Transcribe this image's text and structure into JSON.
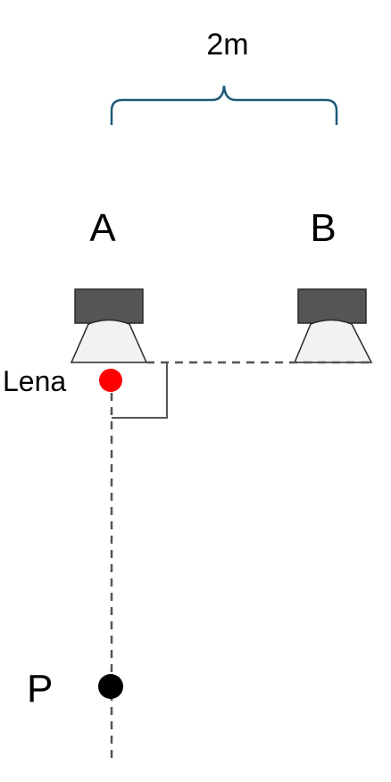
{
  "distance_label": "2m",
  "speakers": [
    {
      "label": "A"
    },
    {
      "label": "B"
    }
  ],
  "listener": {
    "label": "Lena",
    "color": "#ff0000"
  },
  "point": {
    "label": "P",
    "color": "#000000"
  },
  "colors": {
    "brace": "#1f5a78",
    "speaker_body": "#555555",
    "speaker_cone": "#f2f2f4",
    "lines": "#555555"
  }
}
